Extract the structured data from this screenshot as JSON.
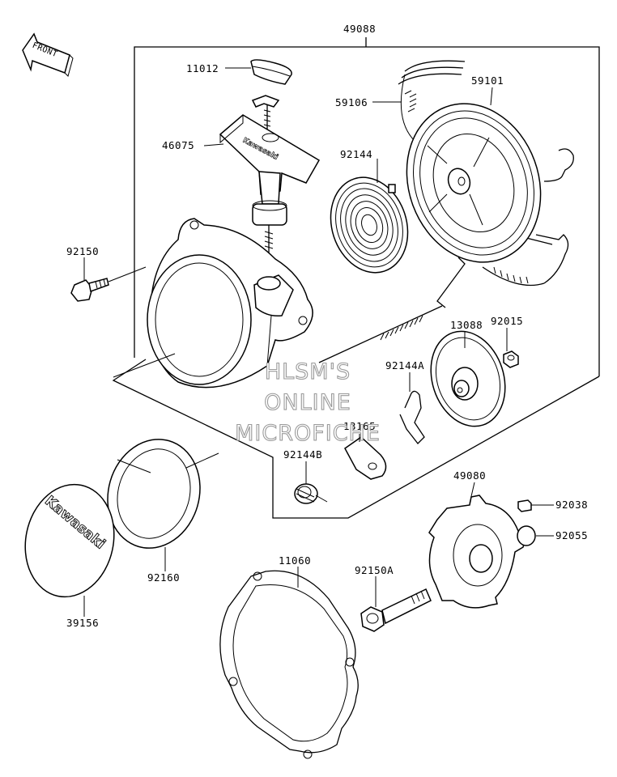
{
  "front_label": "FRONT",
  "watermark": [
    "HLSM'S",
    "ONLINE",
    "MICROFICHE"
  ],
  "brand_cover": "Kawasaki",
  "brand_handle": "Kawasaki",
  "callouts": {
    "p49088": "49088",
    "p11012": "11012",
    "p46075": "46075",
    "p59106": "59106",
    "p59101": "59101",
    "p92144": "92144",
    "p92150": "92150",
    "p13088": "13088",
    "p92015": "92015",
    "p92144A": "92144A",
    "p13165": "13165",
    "p92144B": "92144B",
    "p49080": "49080",
    "p92038": "92038",
    "p92055": "92055",
    "p92160": "92160",
    "p39156": "39156",
    "p11060": "11060",
    "p92150A": "92150A"
  }
}
